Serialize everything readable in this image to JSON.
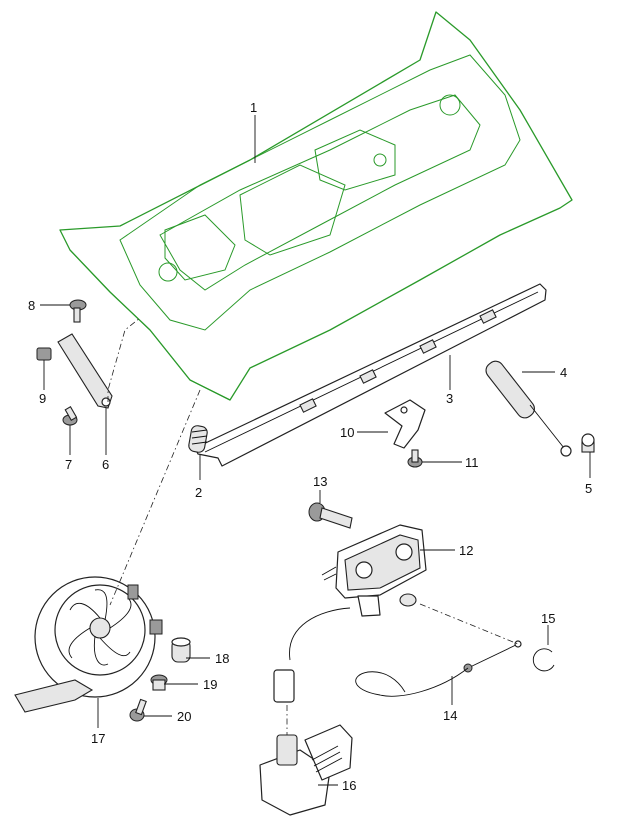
{
  "diagram": {
    "title": "Rear lid / engine cover exploded parts diagram",
    "highlight_color": "#2a9a2a",
    "line_color": "#222222",
    "callouts": [
      {
        "id": "1",
        "label": "1"
      },
      {
        "id": "2",
        "label": "2"
      },
      {
        "id": "3",
        "label": "3"
      },
      {
        "id": "4",
        "label": "4"
      },
      {
        "id": "5",
        "label": "5"
      },
      {
        "id": "6",
        "label": "6"
      },
      {
        "id": "7",
        "label": "7"
      },
      {
        "id": "8",
        "label": "8"
      },
      {
        "id": "9",
        "label": "9"
      },
      {
        "id": "10",
        "label": "10"
      },
      {
        "id": "11",
        "label": "11"
      },
      {
        "id": "12",
        "label": "12"
      },
      {
        "id": "13",
        "label": "13"
      },
      {
        "id": "14",
        "label": "14"
      },
      {
        "id": "15",
        "label": "15"
      },
      {
        "id": "16",
        "label": "16"
      },
      {
        "id": "17",
        "label": "17"
      },
      {
        "id": "18",
        "label": "18"
      },
      {
        "id": "19",
        "label": "19"
      },
      {
        "id": "20",
        "label": "20"
      }
    ]
  }
}
